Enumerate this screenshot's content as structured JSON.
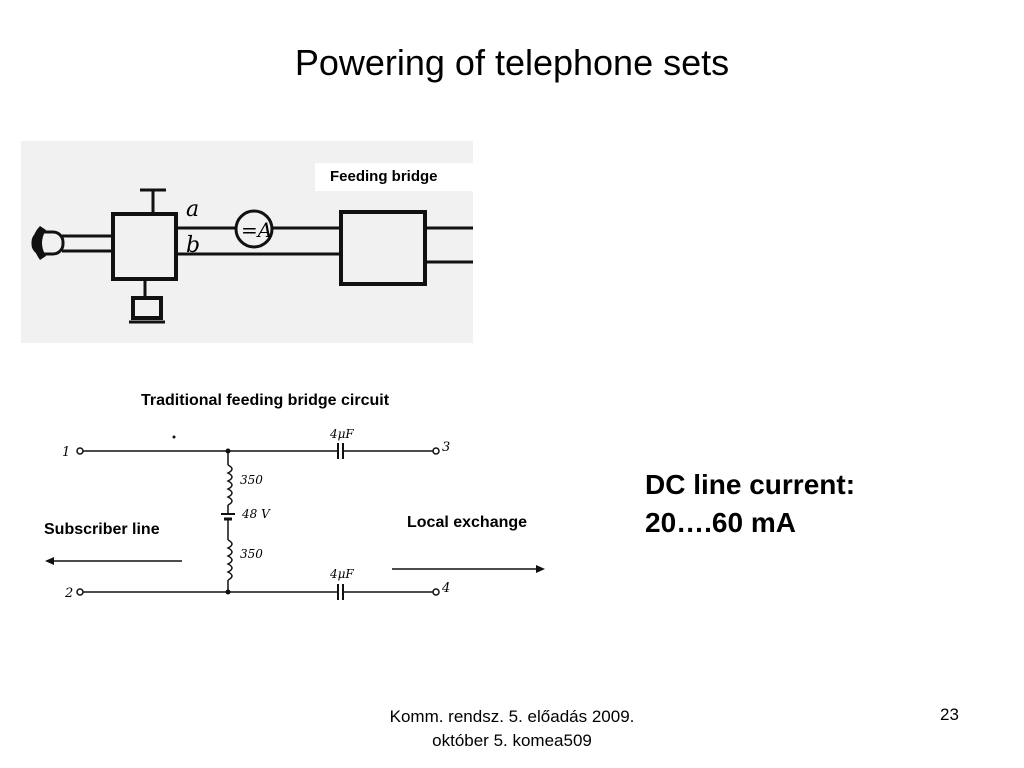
{
  "slide": {
    "title": "Powering  of telephone sets",
    "feeding_bridge_label": "Feeding bridge",
    "circuit_title": "Traditional feeding bridge circuit",
    "subscriber_line_label": "Subscriber line",
    "local_exchange_label": "Local exchange",
    "dc_current_line1": "DC line current:",
    "dc_current_line2": "20….60 mA",
    "footer_line1": "Komm. rendsz. 5. előadás 2009.",
    "footer_line2": "október 5.  komea509",
    "page_number": "23"
  },
  "scan": {
    "wire_a": "a",
    "wire_b": "b",
    "ammeter": "=A"
  },
  "circuit": {
    "terminal_1": "1",
    "terminal_2": "2",
    "terminal_3": "3",
    "terminal_4": "4",
    "cap_top": "4μF",
    "cap_bottom": "4μF",
    "coil_top": "350",
    "coil_bottom": "350",
    "battery": "48 V"
  }
}
